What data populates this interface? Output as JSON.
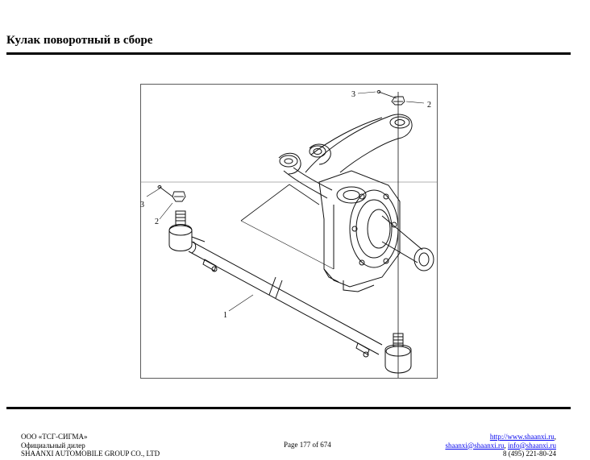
{
  "page": {
    "title": "Кулак поворотный в сборе"
  },
  "figure": {
    "callouts": [
      "3",
      "2",
      "3",
      "2",
      "1"
    ]
  },
  "footer": {
    "company": "ООО «ТСГ-СИГМА»",
    "dealer": "Официальный дилер",
    "group": "SHAANXI AUTOMOBILE GROUP CO., LTD",
    "page_number": "Page 177 of 674",
    "website": "http://www.shaanxi.ru",
    "website_suffix": ",",
    "email1": "shaanxi@shaanxi.ru",
    "email_sep": ", ",
    "email2": "info@shaanxi.ru",
    "phone": "8 (495) 221-80-24"
  }
}
